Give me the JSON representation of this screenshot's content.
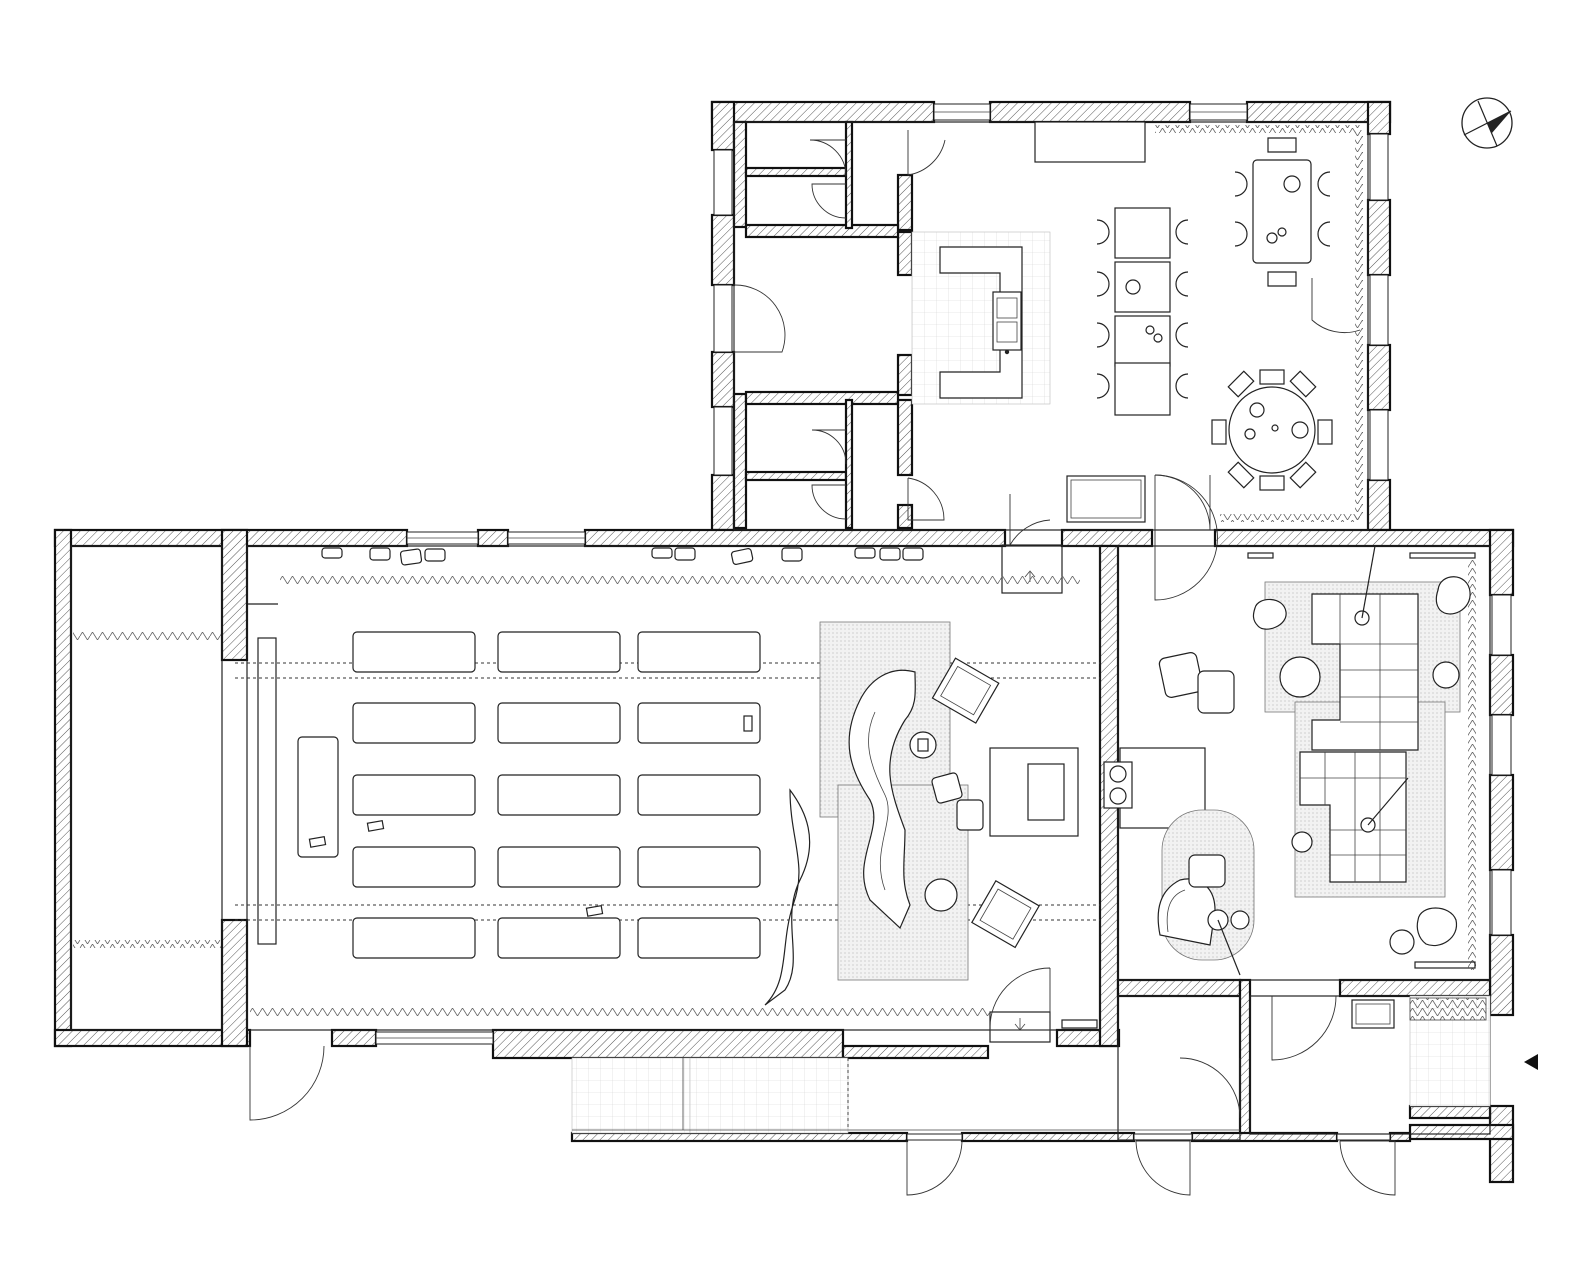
{
  "drawing": {
    "type": "architectural floor plan",
    "style": "black line drawing with hatched walls"
  },
  "symbols": [
    {
      "name": "north-arrow",
      "icon": "north-arrow-icon"
    },
    {
      "name": "entrance-marker",
      "icon": "triangle-left-icon"
    }
  ],
  "colors": {
    "line": "#222222",
    "hatch": "#555555",
    "background": "#ffffff",
    "rug": "#cfcfcf"
  }
}
